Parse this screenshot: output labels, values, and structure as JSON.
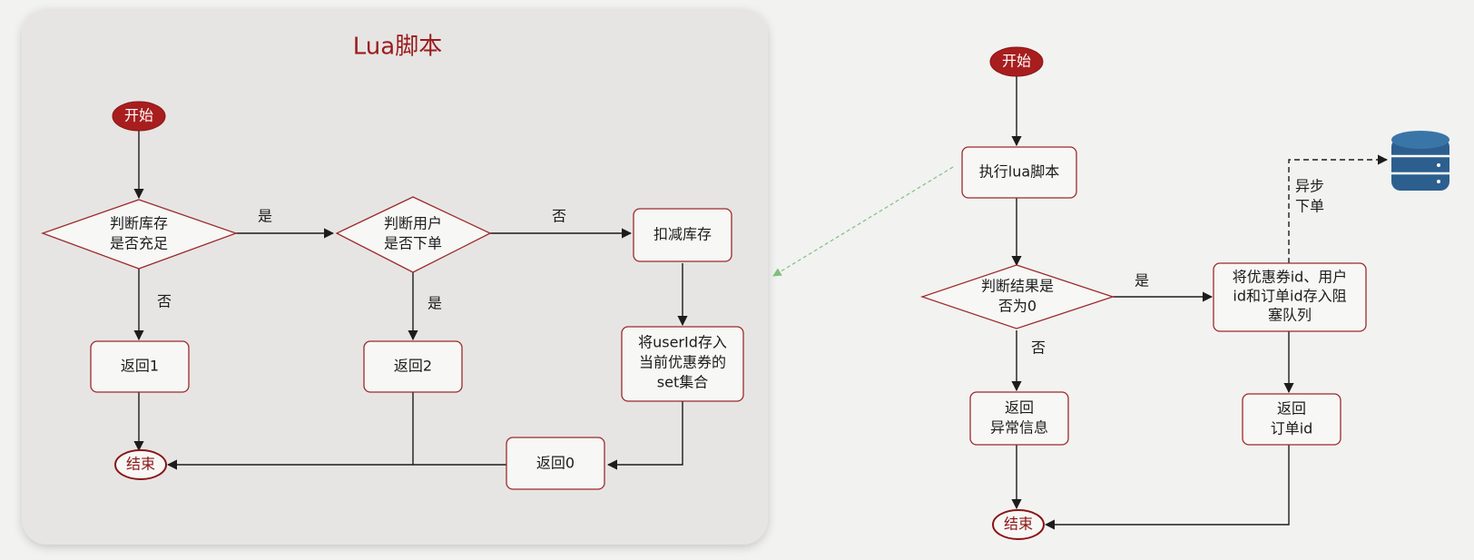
{
  "colors": {
    "accent": "#a81e1e",
    "border": "#9c2a2a",
    "panel": "#e6e5e4",
    "background": "#f2f2f1",
    "db": "#2c5f8e"
  },
  "left": {
    "title": "Lua脚本",
    "start": "开始",
    "check_stock": [
      "判断库存",
      "是否充足"
    ],
    "check_user": [
      "判断用户",
      "是否下单"
    ],
    "deduct_stock": "扣减库存",
    "save_user": [
      "将userId存入",
      "当前优惠券的",
      "set集合"
    ],
    "return1": "返回1",
    "return2": "返回2",
    "return0": "返回0",
    "end": "结束",
    "edge_yes_1": "是",
    "edge_no_1": "否",
    "edge_no_2": "否",
    "edge_yes_2": "是"
  },
  "right": {
    "start": "开始",
    "exec_lua": "执行lua脚本",
    "check_result": [
      "判断结果是",
      "否为0"
    ],
    "enqueue": [
      "将优惠券id、用户",
      "id和订单id存入阻",
      "塞队列"
    ],
    "return_error": [
      "返回",
      "异常信息"
    ],
    "return_order": [
      "返回",
      "订单id"
    ],
    "end": "结束",
    "edge_yes": "是",
    "edge_no": "否",
    "edge_async": [
      "异步",
      "下单"
    ],
    "db_icon": "database-icon"
  }
}
